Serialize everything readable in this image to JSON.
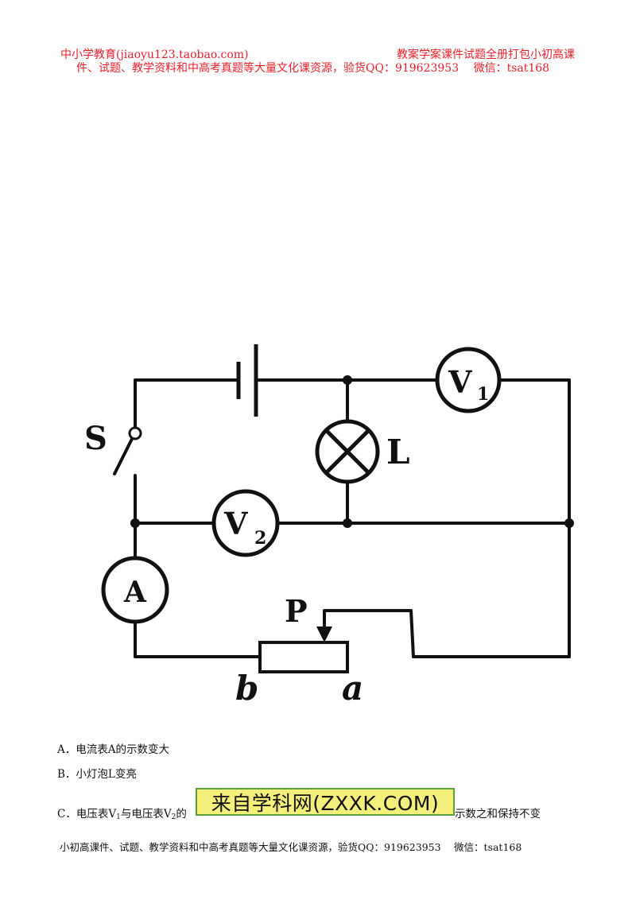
{
  "header": {
    "left": "中小学教育(jiaoyu123.taobao.com)",
    "right": "教案学案课件试题全册打包小初高课",
    "line2": "件、试题、教学资料和中高考真题等大量文化课资源，验货QQ：919623953　 微信：tsat168"
  },
  "circuit": {
    "labels": {
      "switch": "S",
      "lamp": "L",
      "v1": "V",
      "v1_sub": "1",
      "v2": "V",
      "v2_sub": "2",
      "ammeter": "A",
      "slider": "P",
      "end_b": "b",
      "end_a": "a"
    }
  },
  "options": {
    "a": "A．电流表A的示数变大",
    "b": "B．小灯泡L变亮",
    "c_pre": "C．电压表V",
    "c_sub1": "1",
    "c_mid": "与电压表V",
    "c_sub2": "2",
    "c_post": "的",
    "c_tail": "示数之和保持不变"
  },
  "watermark": "来自学科网(ZXXK.COM)",
  "footer": "小初高课件、试题、教学资料和中高考真题等大量文化课资源，验货QQ：919623953　 微信：tsat168"
}
